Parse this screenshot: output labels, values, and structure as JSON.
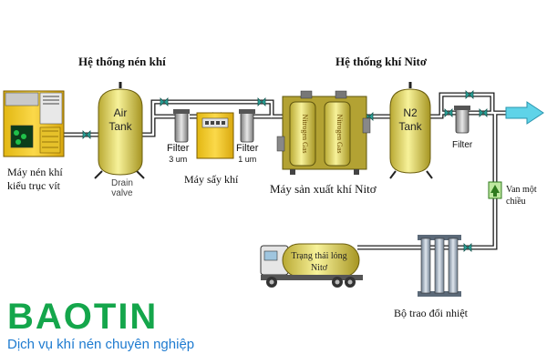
{
  "headings": {
    "compressed_air_system": "Hệ thống nén khí",
    "nitrogen_system": "Hệ thống khí Nitơ"
  },
  "components": {
    "screw_compressor": [
      "Máy nén khí",
      "kiểu trục vít"
    ],
    "air_tank": [
      "Air",
      "Tank"
    ],
    "drain_valve": [
      "Drain",
      "valve"
    ],
    "filter_3um": [
      "Filter",
      "3 um"
    ],
    "filter_1um": [
      "Filter",
      "1 um"
    ],
    "air_dryer": "Máy sấy khí",
    "nitrogen_generator": "Máy sản xuất khí Nitơ",
    "generator_tower_text": "Nitrogen Gas",
    "n2_tank": [
      "N2",
      "Tank"
    ],
    "filter_out": "Filter",
    "check_valve": [
      "Van một",
      "chiều"
    ],
    "liquid_state_truck": [
      "Trạng thái lỏng",
      "Nitơ"
    ],
    "heat_exchanger": "Bộ trao đổi nhiệt"
  },
  "brand": {
    "name": "BAOTIN",
    "tagline": "Dịch vụ khí nén chuyên nghiệp"
  },
  "colors": {
    "pipe": "#1d1d1d",
    "pipe_fill": "#ffffff",
    "equipment_yellow": "#f5cc2a",
    "tank_yellow": "#f0ea8a",
    "valve_teal": "#2aa39a",
    "arrow_cyan": "#5fd3e8",
    "brand_green": "#14a64b",
    "brand_blue": "#1e7bd0"
  }
}
